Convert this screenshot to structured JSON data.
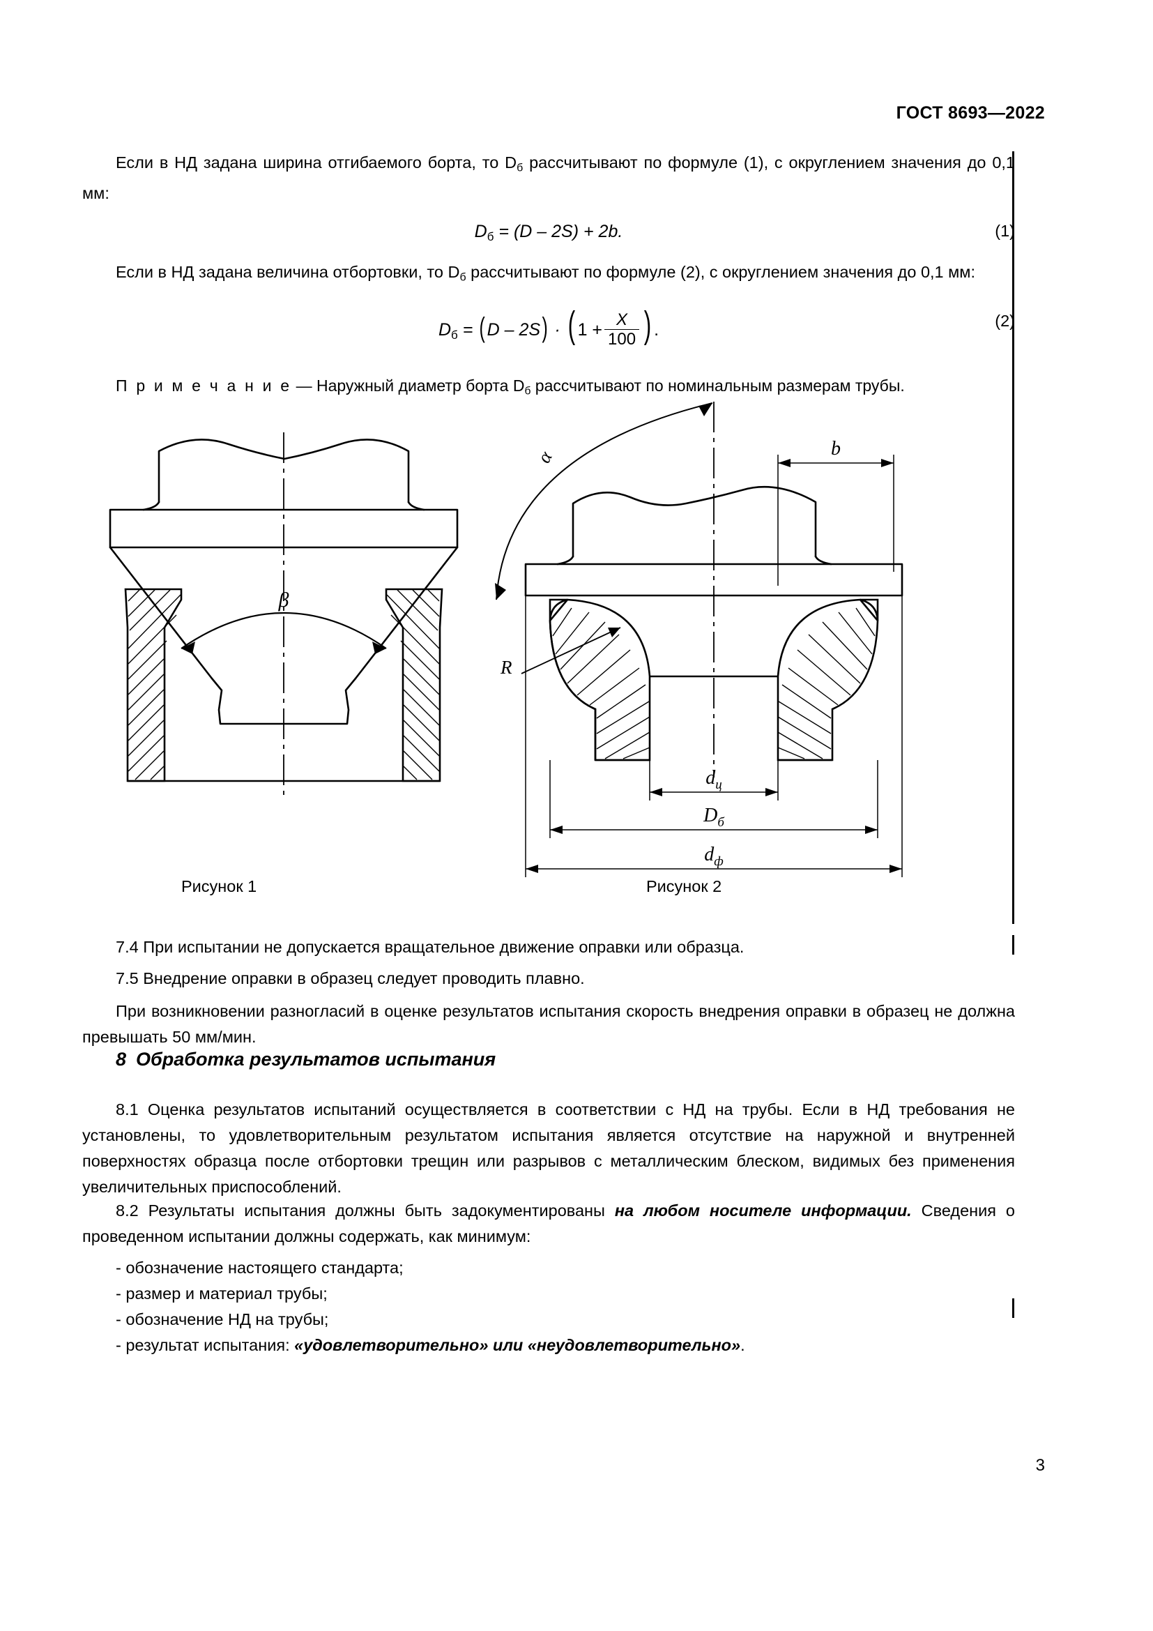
{
  "document": {
    "standard_header": "ГОСТ 8693—2022",
    "page_number": "3"
  },
  "body": {
    "para_formula1_intro": "Если в НД задана ширина отгибаемого борта, то D",
    "para_formula1_intro_sub": "б",
    "para_formula1_intro_rest": " рассчитывают по формуле (1), с округлением значения до 0,1 мм:",
    "para_formula2_intro": "Если в НД задана величина отбортовки, то D",
    "para_formula2_intro_sub": "б",
    "para_formula2_intro_rest": " рассчитывают по формуле (2), с округлением значения до 0,1 мм:",
    "note_label": "П р и м е ч а н и е",
    "note_dash": " — ",
    "note_text_before": "Наружный диаметр борта D",
    "note_sub": "б",
    "note_text_after": " рассчитывают по номинальным размерам трубы.",
    "clause_74": "7.4  При испытании не допускается вращательное движение оправки или образца.",
    "clause_75": "7.5  Внедрение оправки в образец следует проводить плавно.",
    "para_speed": "При возникновении разногласий в оценке результатов испытания скорость внедрения оправки в образец не должна превышать 50 мм/мин.",
    "clause_81": "8.1  Оценка результатов испытаний осуществляется в соответствии с НД на трубы. Если в НД требования не установлены, то удовлетворительным результатом испытания является отсутствие на наружной и внутренней поверхностях образца после отбортовки трещин или разрывов с металлическим блеском, видимых без применения увеличительных приспособлений.",
    "clause_82_part1": "8.2  Результаты испытания должны быть задокументированы ",
    "clause_82_emph": "на любом носителе информации.",
    "clause_82_part2": " Сведения о проведенном испытании должны содержать, как минимум:"
  },
  "formulas": {
    "f1": {
      "expr_lhs": "D",
      "expr_lhs_sub": "б",
      "expr_rhs": " = (D – 2S) + 2b.",
      "number": "(1)"
    },
    "f2": {
      "lhs": "D",
      "lhs_sub": "б",
      "eq": " = ",
      "paren_open": "(",
      "group1": "D – 2S",
      "paren_close": ")",
      "dot": " · ",
      "one_plus": "1 +",
      "frac_num": "X",
      "frac_den": "100",
      "period": ".",
      "number": "(2)"
    }
  },
  "section8": {
    "number": "8",
    "title": "Обработка результатов испытания"
  },
  "bullets": [
    "- обозначение настоящего стандарта;",
    "- размер и материал трубы;",
    "- обозначение НД на трубы;"
  ],
  "bullet_result": {
    "prefix": "- результат испытания: ",
    "emph": "«удовлетворительно» или «неудовлетворительно»",
    "suffix": "."
  },
  "figures": {
    "figure1": {
      "caption": "Рисунок 1",
      "angle_label": "β"
    },
    "figure2": {
      "caption": "Рисунок 2",
      "labels": {
        "alpha": "α",
        "width_b": "b",
        "radius": "R",
        "d_cylinder": "d",
        "d_cylinder_sub": "ц",
        "D_flange": "D",
        "D_flange_sub": "б",
        "d_face": "d",
        "d_face_sub": "ф"
      }
    }
  },
  "colors": {
    "ink": "#000000",
    "paper": "#ffffff"
  }
}
